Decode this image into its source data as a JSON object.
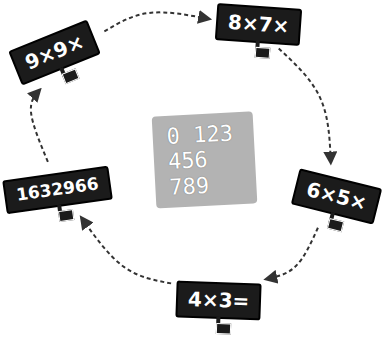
{
  "diagram": {
    "nodes": [
      {
        "text": [
          "9×9×"
        ]
      },
      {
        "text": [
          "8×7×"
        ]
      },
      {
        "text": [
          "6×5×"
        ]
      },
      {
        "text": [
          "4×3="
        ]
      },
      {
        "text": [
          "1632966"
        ]
      },
      {
        "text": [
          "0 123 456 789"
        ]
      }
    ],
    "edges": [
      {
        "from": 0,
        "to": 1,
        "arrow": "to"
      },
      {
        "from": 1,
        "to": 2,
        "arrow": "to"
      },
      {
        "from": 2,
        "to": 3,
        "arrow": "to"
      },
      {
        "from": 3,
        "to": 4,
        "arrow": "to"
      },
      {
        "from": 4,
        "to": 0,
        "arrow": "to"
      }
    ]
  }
}
